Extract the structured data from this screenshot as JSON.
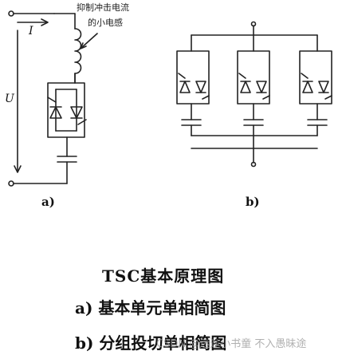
{
  "diagram": {
    "left": {
      "annotation_line1": "抑制冲击电流",
      "annotation_line2": "的小电感",
      "current_label": "I",
      "voltage_label": "U",
      "panel_label": "a)"
    },
    "right": {
      "panel_label": "b)"
    }
  },
  "caption": {
    "title": "TSC基本原理图",
    "item_a": "a)  基本单元单相简图",
    "item_b": "b)  分组投切单相简图"
  },
  "watermark": {
    "text": "CSDN @迷途小书童   不入愚昧途"
  },
  "colors": {
    "line": "#222222",
    "background": "#ffffff",
    "watermark": "#999999"
  }
}
